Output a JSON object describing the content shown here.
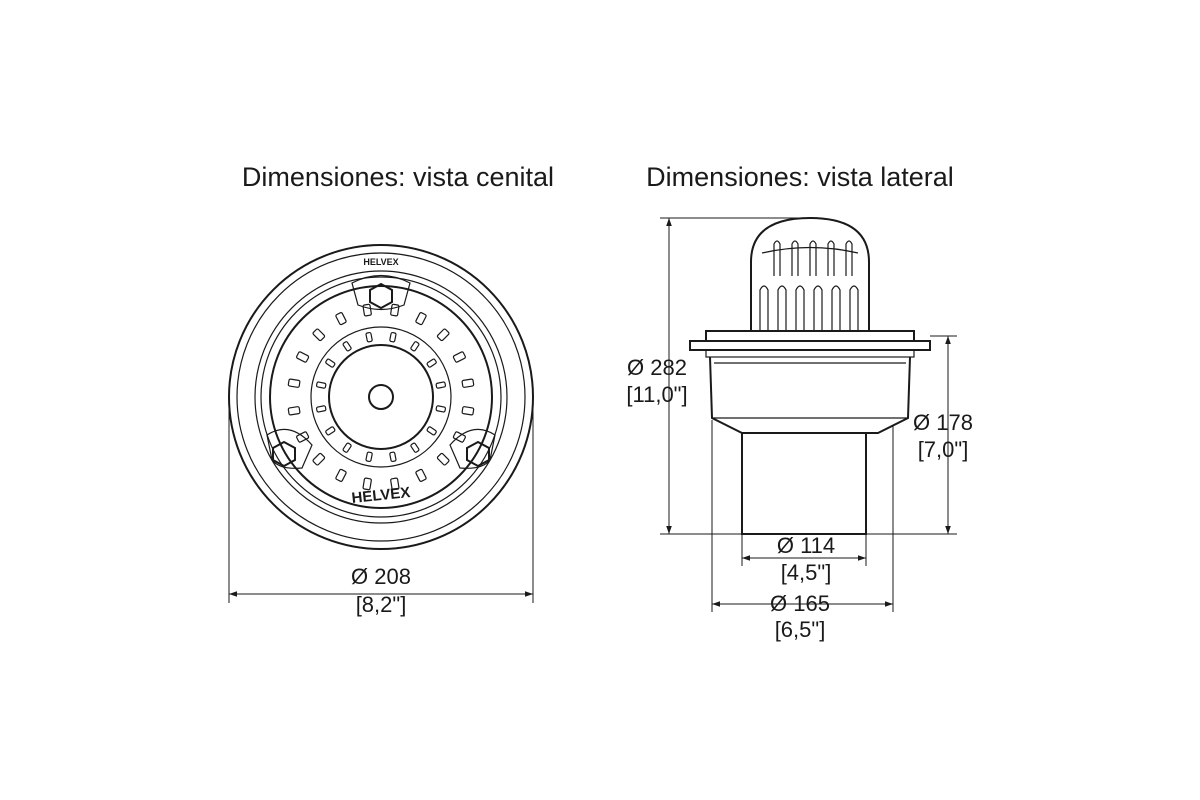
{
  "titles": {
    "top_view": "Dimensiones: vista cenital",
    "side_view": "Dimensiones: vista lateral"
  },
  "brand": {
    "small": "HELVEX",
    "large": "HELVEX"
  },
  "dimensions": {
    "top_diameter": {
      "mm": "Ø 208",
      "in": "[8,2\"]"
    },
    "side_overall": {
      "mm": "Ø 282",
      "in": "[11,0\"]"
    },
    "side_body": {
      "mm": "Ø 178",
      "in": "[7,0\"]"
    },
    "outlet_diameter": {
      "mm": "Ø 114",
      "in": "[4,5\"]"
    },
    "body_diameter": {
      "mm": "Ø 165",
      "in": "[6,5\"]"
    }
  }
}
